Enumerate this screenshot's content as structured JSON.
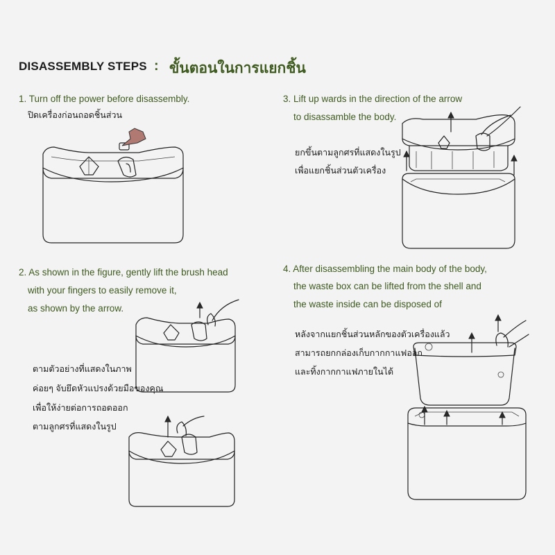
{
  "header": {
    "title_en": "DISASSEMBLY STEPS",
    "separator": ":",
    "title_th": "ขั้นตอนในการแยกชิ้น"
  },
  "steps": [
    {
      "en_lines": [
        "1. Turn off the power before disassembly."
      ],
      "th_lines": [
        "ปิดเครื่องก่อนถอดชิ้นส่วน"
      ]
    },
    {
      "en_lines": [
        "2. As shown in the figure, gently lift the brush head",
        "with your fingers to easily remove it,",
        "as shown by the arrow."
      ],
      "th_lines": [
        "ตามตัวอย่างที่แสดงในภาพ",
        "ค่อยๆ จับยึดหัวแปรงด้วยมือของคุณ",
        "เพื่อให้ง่ายต่อการถอดออก",
        "ตามลูกศรที่แสดงในรูป"
      ]
    },
    {
      "en_lines": [
        "3. Lift up wards in the direction of the arrow",
        "to disassamble the body."
      ],
      "th_lines": [
        "ยกขึ้นตามลูกศรที่แสดงในรูป",
        "เพื่อแยกชิ้นส่วนตัวเครื่อง"
      ]
    },
    {
      "en_lines": [
        "4. After disassembling the main body of the body,",
        "the waste box can be lifted from the shell and",
        "the waste inside can be disposed of"
      ],
      "th_lines": [
        "หลังจากแยกชิ้นส่วนหลักของตัวเครื่องแล้ว",
        "สามารถยกกล่องเก็บกากกาแฟออก",
        "และทิ้งกากกาแฟภายในได้"
      ]
    }
  ],
  "illustrations": [
    {
      "name": "step1-device-illustration"
    },
    {
      "name": "step2-device-illustration-top"
    },
    {
      "name": "step2-device-illustration-bottom"
    },
    {
      "name": "step3-device-illustration"
    },
    {
      "name": "step4-device-illustration"
    }
  ]
}
